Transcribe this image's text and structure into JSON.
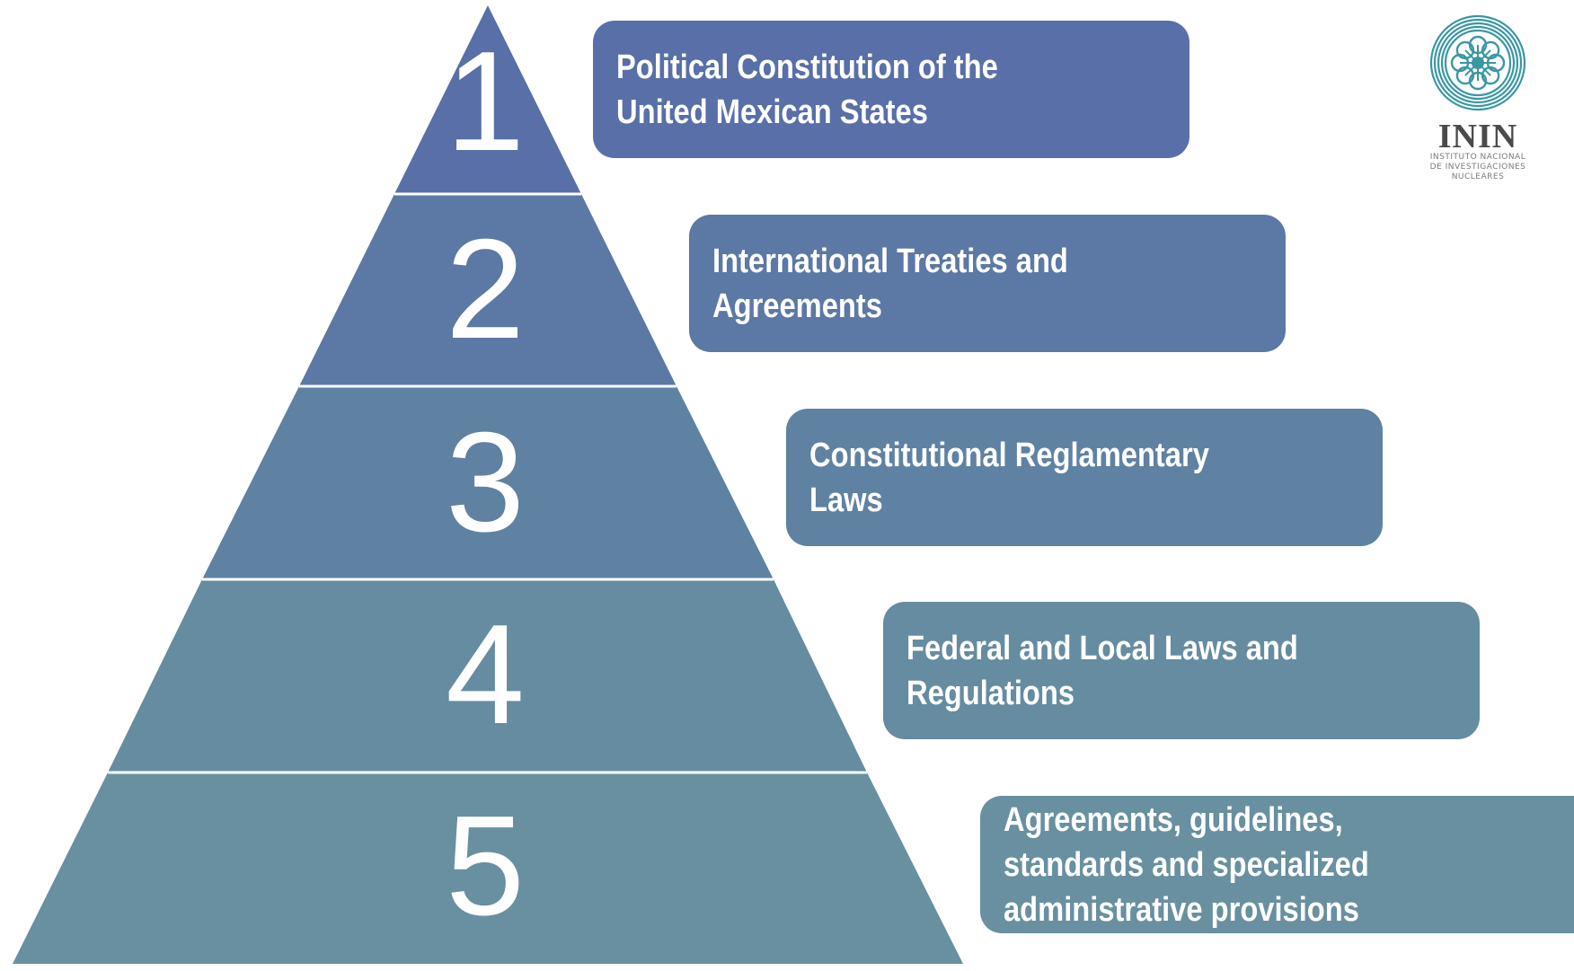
{
  "levels": [
    {
      "number": "1",
      "text": "Political Constitution of the United Mexican States",
      "color": "#586fa8"
    },
    {
      "number": "2",
      "text": "International Treaties and Agreements",
      "color": "#5c78a5"
    },
    {
      "number": "3",
      "text": "Constitutional Reglamentary Laws",
      "color": "#5f82a2"
    },
    {
      "number": "4",
      "text": "Federal and Local Laws and Regulations",
      "color": "#658ca1"
    },
    {
      "number": "5",
      "text": "Agreements, guidelines, standards and specialized administrative provisions",
      "color": "#6890a0"
    }
  ],
  "logo": {
    "name": "ININ",
    "subtitle_line1": "INSTITUTO NACIONAL",
    "subtitle_line2": "DE INVESTIGACIONES",
    "subtitle_line3": "NUCLEARES",
    "color": "#3a97a4"
  }
}
